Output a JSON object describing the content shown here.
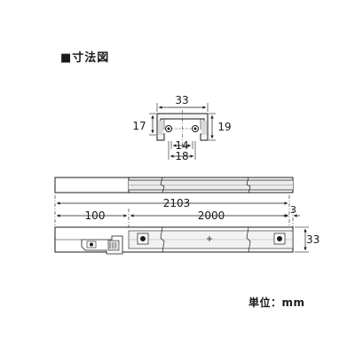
{
  "header": {
    "title": "■寸法図"
  },
  "footer": {
    "unit_label": "単位：mm"
  },
  "dimensions": {
    "section_width": "33",
    "section_height_left": "17",
    "section_height_right": "19",
    "inner_width_14": "14",
    "inner_width_18": "18",
    "total_length": "2103",
    "end_length": "100",
    "main_length": "2000",
    "end_offset": "3",
    "side_height": "33"
  }
}
